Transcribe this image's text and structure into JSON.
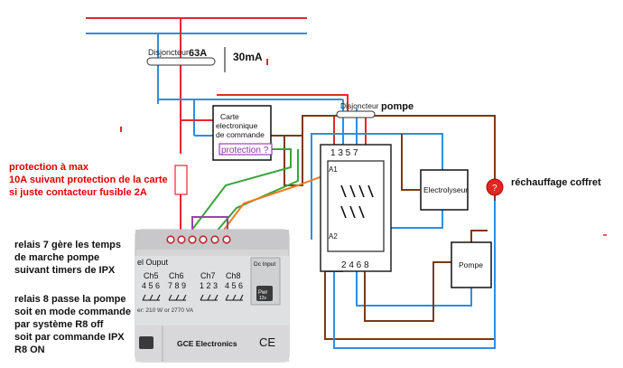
{
  "labels": {
    "disjoncteur_main": "Disjoncteur",
    "main_rating": "63A",
    "main_diff": "30mA",
    "card_line1": "Carte",
    "card_line2": "electronique",
    "card_line3": "de commande",
    "protection_question": "protection ?",
    "disjoncteur_pompe": "Disjoncteur",
    "pompe_label": "pompe",
    "contactor_top_terminals": "1 3 5 7",
    "contactor_bottom_terminals": "2 4 6 8",
    "a1": "A1",
    "a2": "A2",
    "electrolyseur": "Electrolyseur",
    "pompe_box": "Pompe",
    "rechauffage": "réchauffage coffret",
    "question_mark": "?",
    "module_output": "el Ouput",
    "ch5": "Ch5",
    "ch6": "Ch6",
    "ch7": "Ch7",
    "ch8": "Ch8",
    "ch5_terms": "4 5 6",
    "ch6_terms": "7 8 9",
    "ch7_terms": "1 2 3",
    "ch8_terms": "4 5 6",
    "dc_input": "Dc Input",
    "pwr": "Pwr",
    "pwr_v": "12v",
    "power_rating": "er: 210 W or 2770 VA",
    "brand": "GCE Electronics",
    "ce": "CE"
  },
  "notes": {
    "protection": [
      "protection à max",
      "10A suivant protection de la carte",
      "si juste contacteur fusible 2A"
    ],
    "relais7": [
      "relais 7 gère les temps",
      "de marche pompe",
      "suivant timers de IPX"
    ],
    "relais8": [
      "relais 8 passe la pompe",
      "soit en mode commande",
      "par système R8 off",
      "soit par commande IPX",
      "R8 ON"
    ]
  },
  "colors": {
    "phase": "#e8262d",
    "neutral": "#2e8ee0",
    "pump_wire": "#7a3a14",
    "command_wire": "#3aa33a",
    "orange_wire": "#f07a20",
    "purple_wire": "#9b3fb5",
    "heater": "#e52320"
  }
}
